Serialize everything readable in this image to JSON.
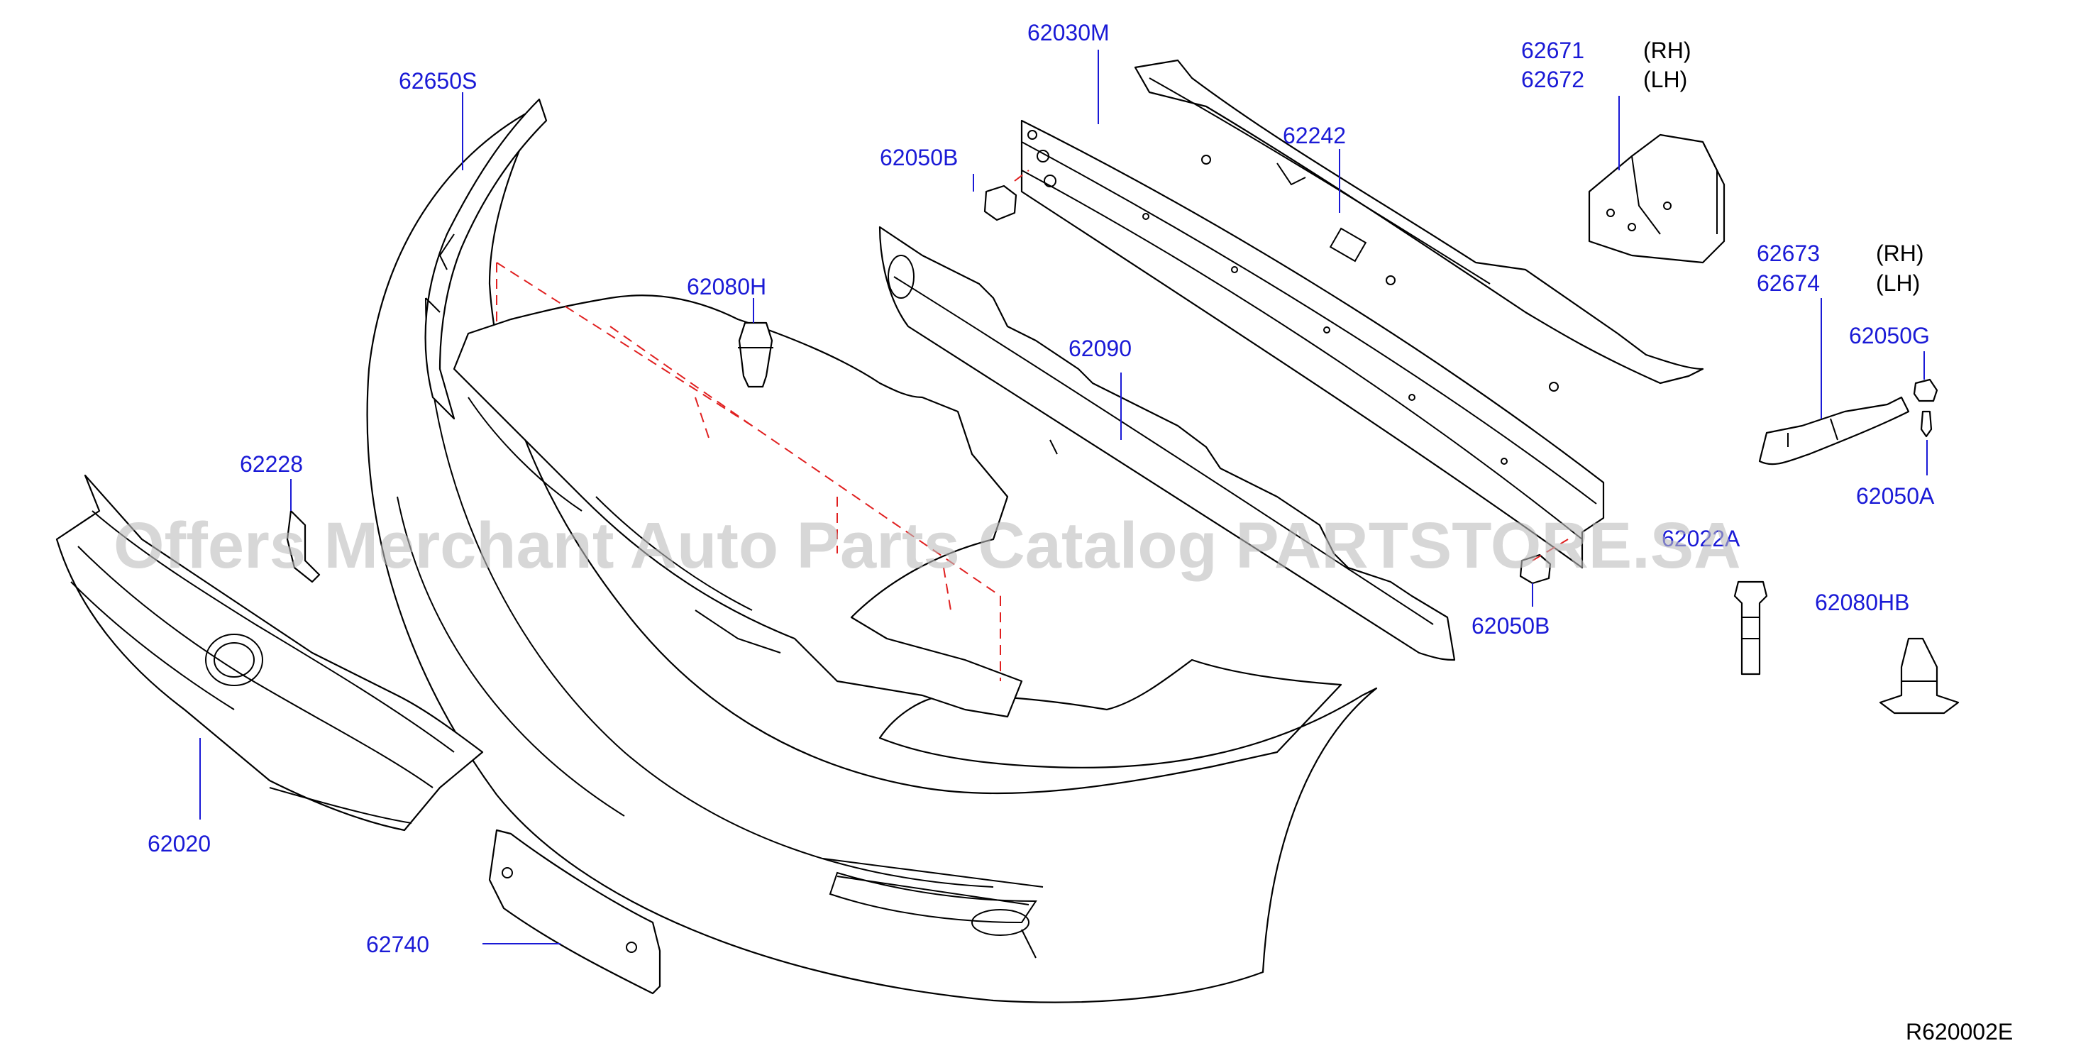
{
  "labels": {
    "p62650S": "62650S",
    "p62030M": "62030M",
    "p62671": "62671",
    "p62672": "62672",
    "p62671_side": "(RH)",
    "p62672_side": "(LH)",
    "p62242": "62242",
    "p62050B_top": "62050B",
    "p62080H": "62080H",
    "p62673": "62673",
    "p62674": "62674",
    "p62673_side": "(RH)",
    "p62674_side": "(LH)",
    "p62090": "62090",
    "p62050G": "62050G",
    "p62228": "62228",
    "p62050A": "62050A",
    "p62022A": "62022A",
    "p62050B_bottom": "62050B",
    "p62080HB": "62080HB",
    "p62020": "62020",
    "p62740": "62740"
  },
  "watermark": "Offers Merchant Auto Parts Catalog PARTSTORE.SA",
  "drawing_code": "R620002E",
  "colors": {
    "label": "#1a1ad6",
    "dashed_line": "#e02020",
    "watermark": "#bdbdbd"
  }
}
